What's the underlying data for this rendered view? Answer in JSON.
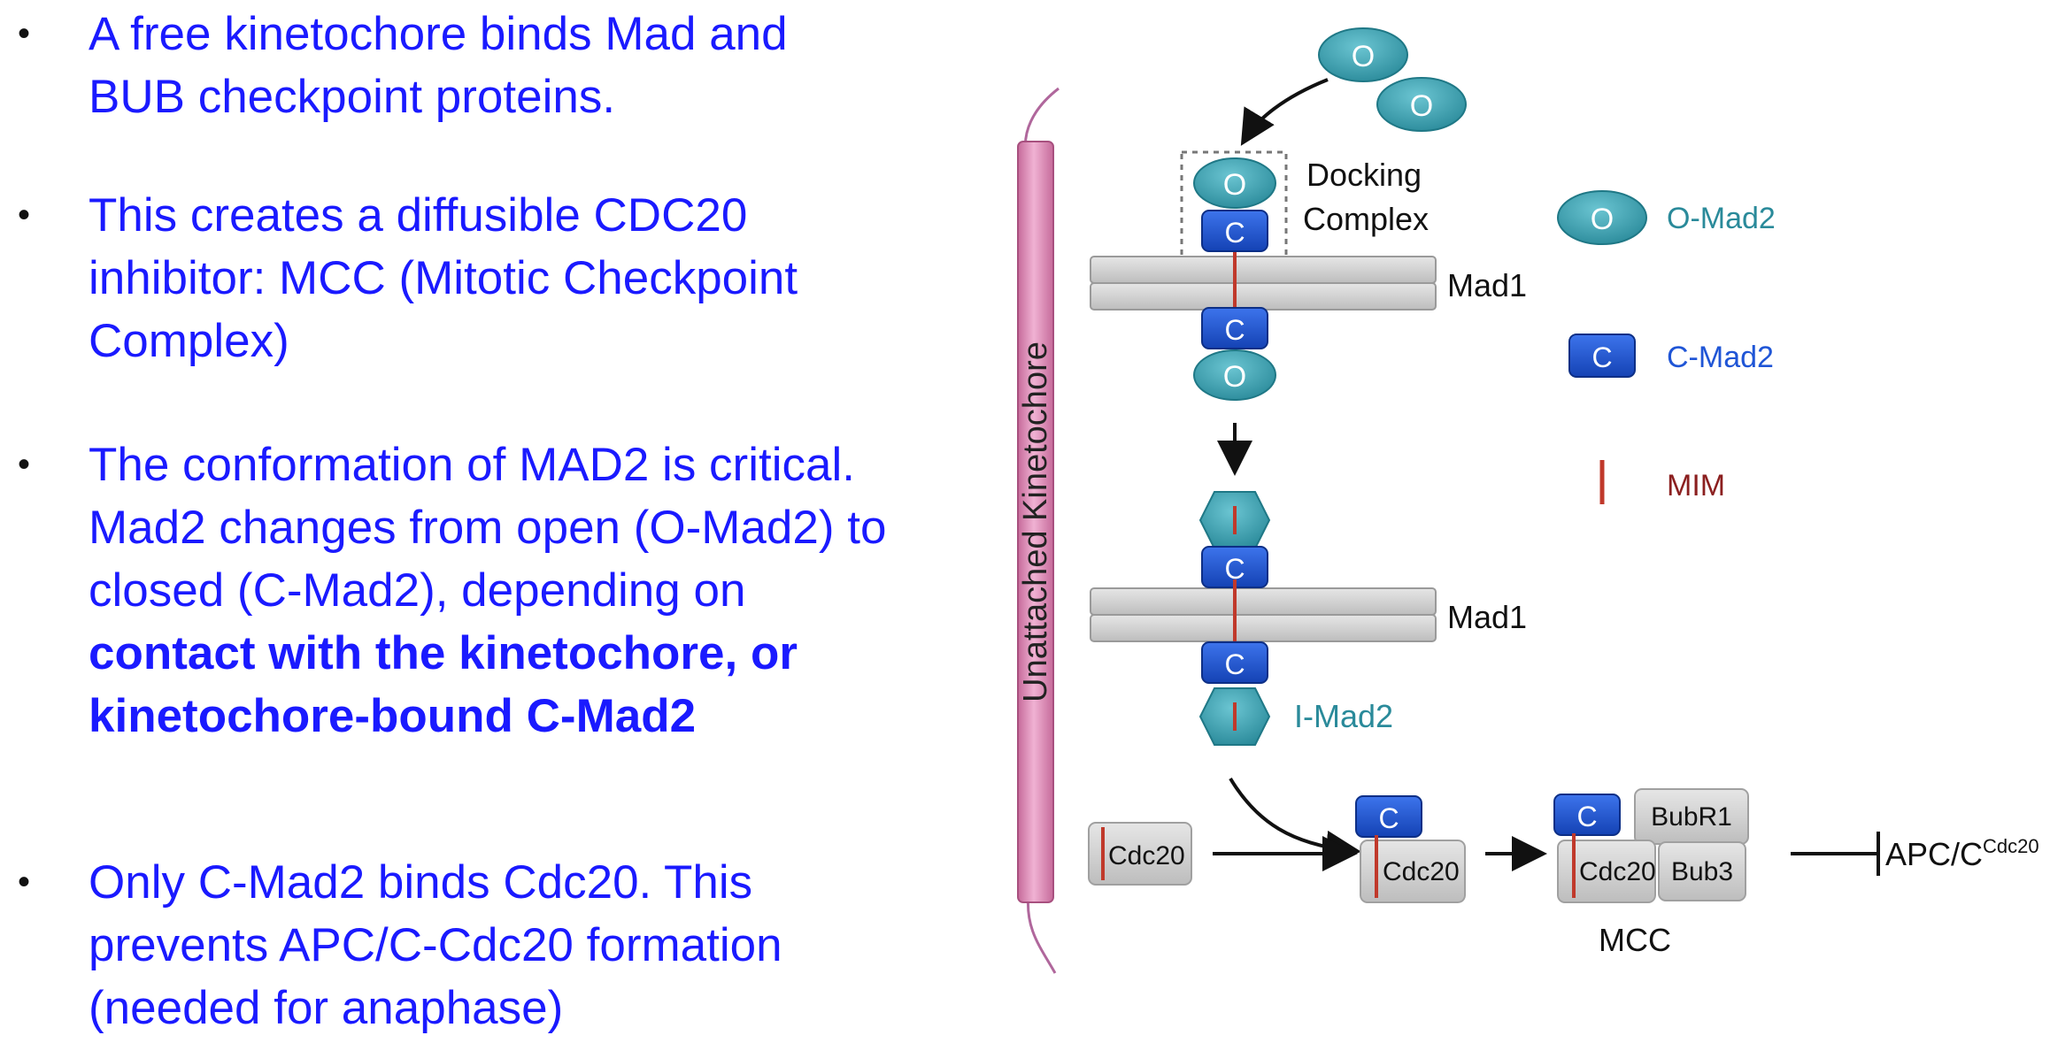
{
  "bullets": [
    {
      "text": "A free kinetochore binds Mad and BUB checkpoint proteins."
    },
    {
      "text": "This creates a diffusible CDC20 inhibitor: MCC (Mitotic Checkpoint Complex)"
    },
    {
      "text": "The conformation of MAD2 is critical. Mad2 changes from open (O-Mad2) to closed (C-Mad2), depending on ",
      "bold": "contact with the kinetochore, or kinetochore-bound C-Mad2"
    },
    {
      "text": "Only C-Mad2 binds Cdc20. This prevents APC/C-Cdc20 formation (needed for anaphase)"
    }
  ],
  "bullet_marker": "•",
  "diagram": {
    "kinetochore_label": "Unattached Kinetochore",
    "o_symbol": "O",
    "c_symbol": "C",
    "docking_complex": [
      "Docking",
      "Complex"
    ],
    "mad1": "Mad1",
    "imad2": "I-Mad2",
    "cdc20": "Cdc20",
    "bubr1": "BubR1",
    "bub3": "Bub3",
    "mcc": "MCC",
    "apc": "APC/C",
    "apc_sup": "Cdc20",
    "legend": [
      {
        "symbol": "O",
        "label": "O-Mad2"
      },
      {
        "symbol": "C",
        "label": "C-Mad2"
      },
      {
        "symbol": "",
        "label": "MIM"
      }
    ],
    "colors": {
      "o_mad2": "#3aa3b3",
      "c_mad2": "#1f55d6",
      "mim": "#c0392b",
      "kinetochore": "#e59ac4",
      "text_bullets": "#1a1aff"
    }
  }
}
